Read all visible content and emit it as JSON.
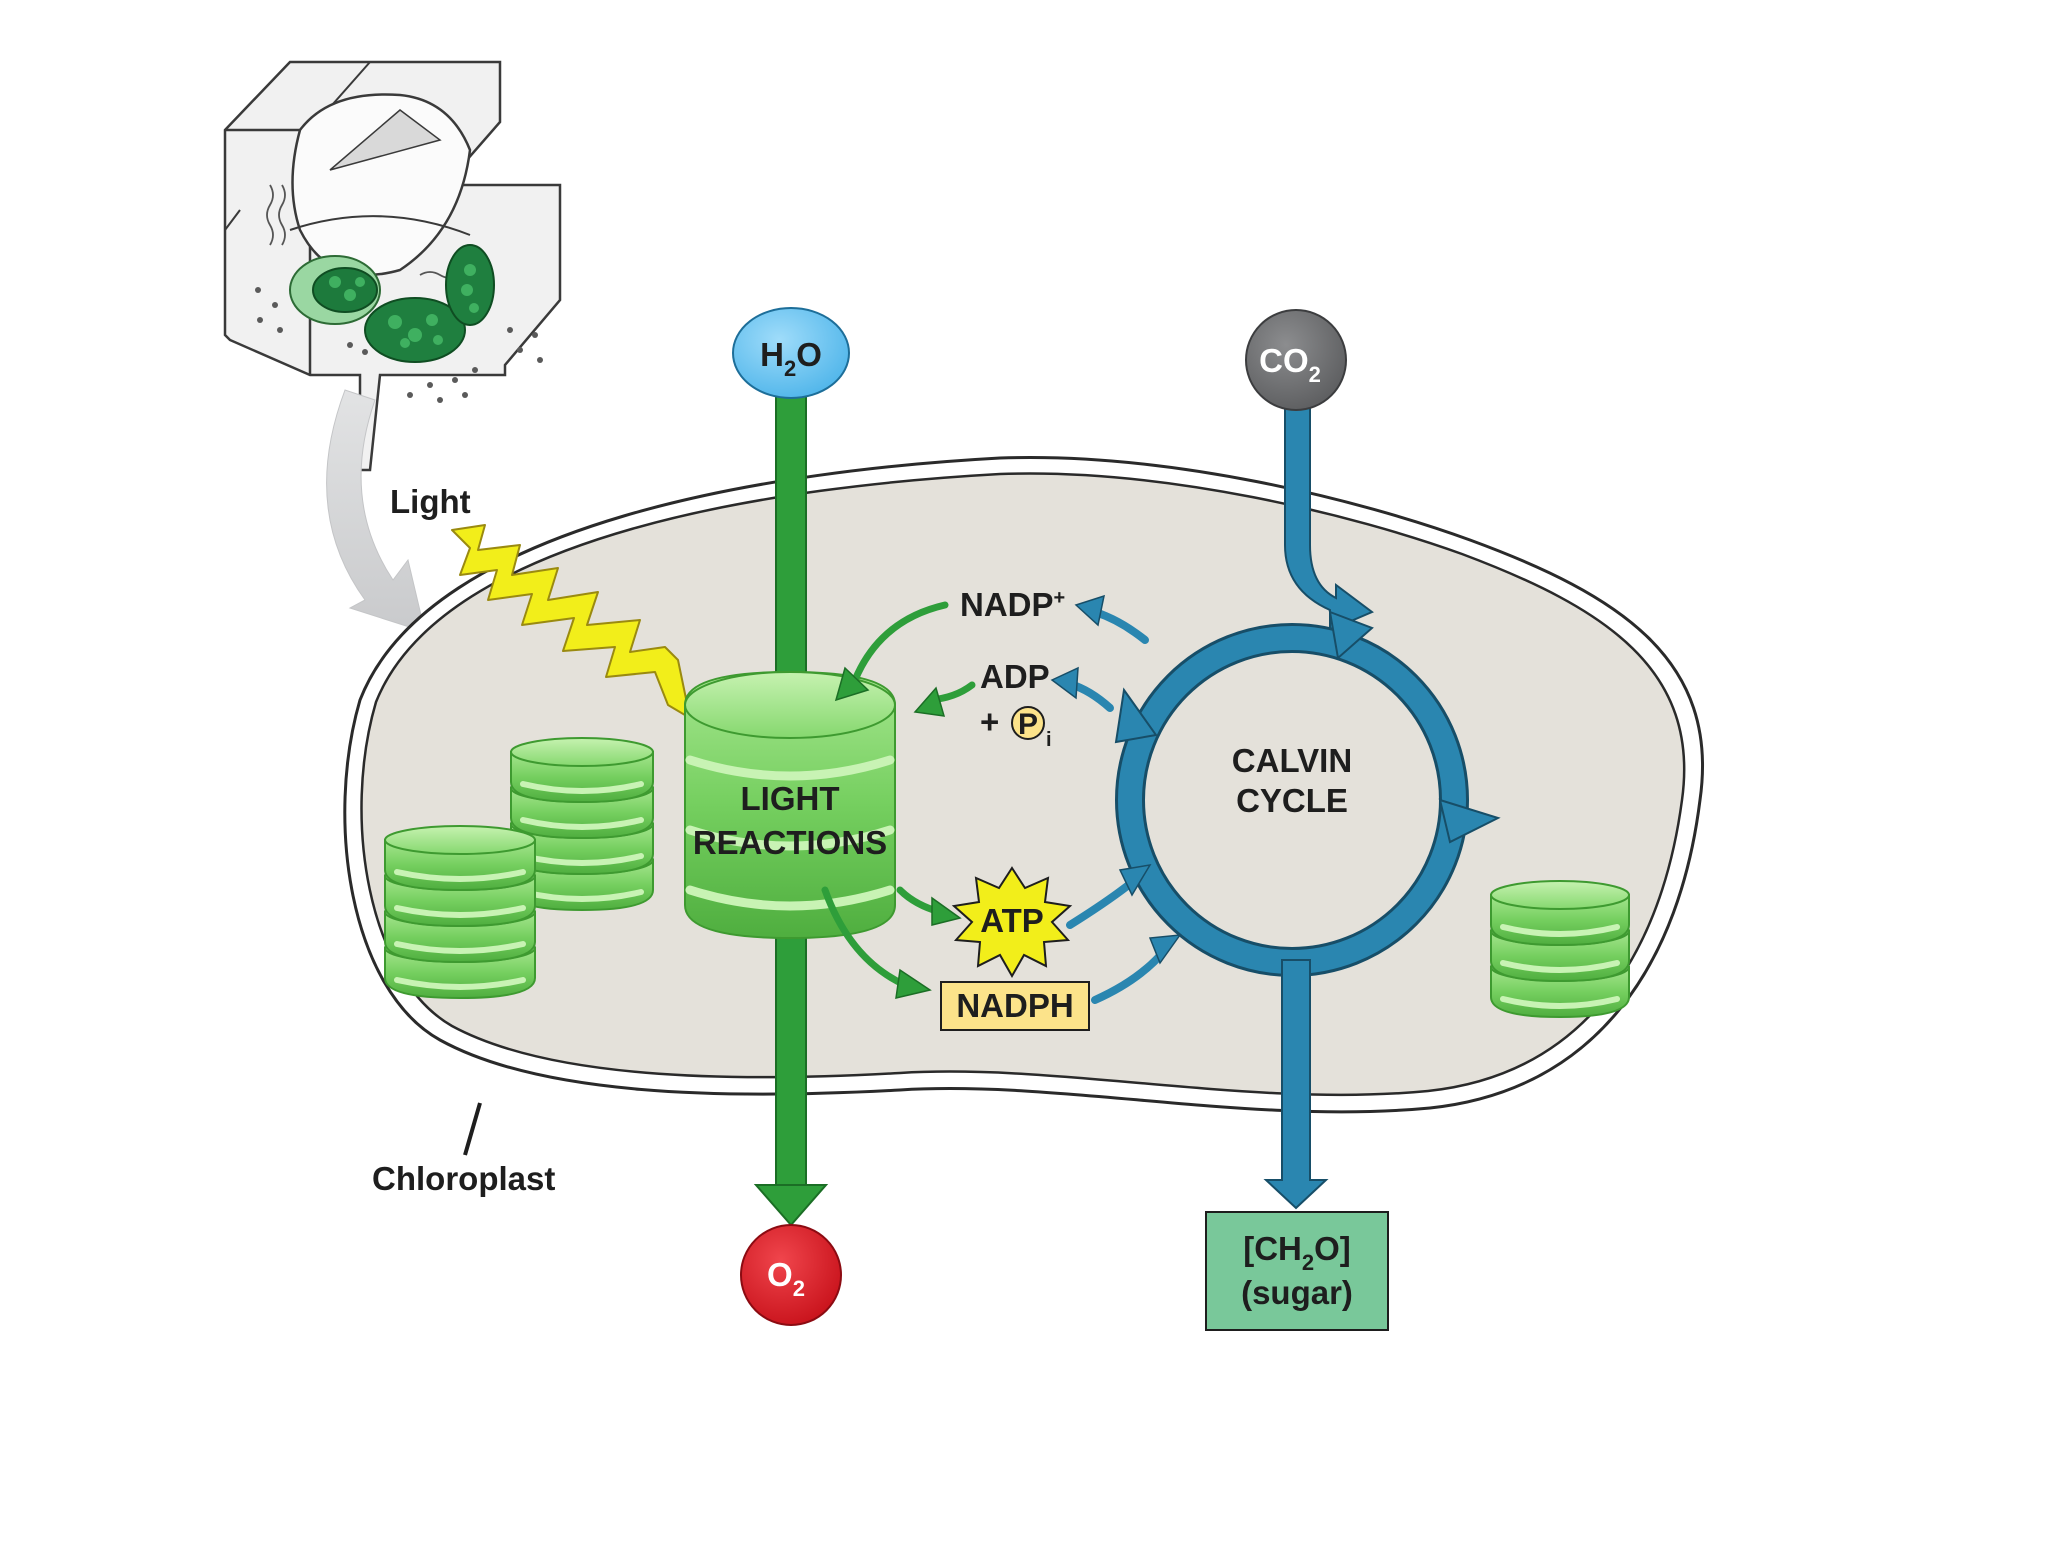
{
  "diagram": {
    "light_label": "Light",
    "chloroplast_label": "Chloroplast",
    "h2o": {
      "main": "H",
      "sub": "2",
      "tail": "O"
    },
    "co2": {
      "main": "CO",
      "sub": "2"
    },
    "o2": {
      "main": "O",
      "sub": "2"
    },
    "light_reactions": {
      "line1": "LIGHT",
      "line2": "REACTIONS"
    },
    "calvin_cycle": {
      "line1": "CALVIN",
      "line2": "CYCLE"
    },
    "nadp_plus": {
      "main": "NADP",
      "sup": "+"
    },
    "adp": "ADP",
    "plus": "+",
    "phosphate": {
      "main": "P",
      "sub": "i"
    },
    "atp": "ATP",
    "nadph": "NADPH",
    "sugar": {
      "line1_pre": "[CH",
      "line1_sub": "2",
      "line1_post": "O]",
      "line2": "(sugar)"
    },
    "colors": {
      "light_path_green": "#2e9e3a",
      "calvin_blue": "#2a86b0",
      "stroma": "#e4e1da",
      "thylakoid_green": "#79d064",
      "water_blue": "#5cc0f0",
      "co2_gray": "#6d6e70",
      "o2_red": "#dd1b24",
      "lightning_yellow": "#f2ee1a",
      "nadph_box": "#fce38a",
      "sugar_box": "#79c89a"
    }
  }
}
